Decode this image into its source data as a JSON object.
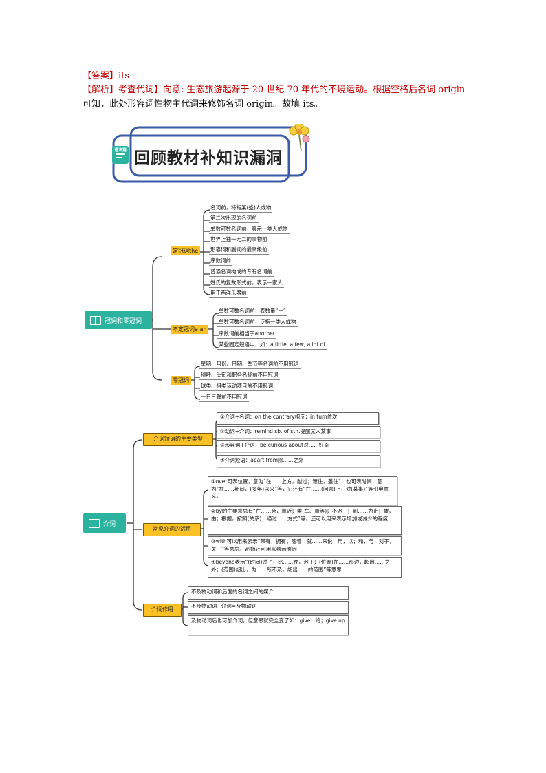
{
  "answer": {
    "line1": "【答案】its",
    "line2": "【解析】考查代词】向意: 生态旅游起源于 20 世纪 70 年代的不境运动。根据空格后名词 origin",
    "line3": "可知，此处形容词性物主代词来修饰名词 origin。故填 its。"
  },
  "banner": {
    "badge": "语法篇",
    "title": "回顾教材补知识漏洞"
  },
  "articles": {
    "root": "冠词和零冠词",
    "definite": {
      "label": "定冠词the",
      "items": [
        "名词前，特指某(些)人或物",
        "第二次出现的名词前",
        "单数可数名词前，表示一类人或物",
        "世界上独一无二的事物前",
        "形容词和副词的最高级前",
        "序数词前",
        "普通名词构成的专有名词前",
        "姓氏的复数形式前，表示一家人",
        "用于西洋乐器前"
      ]
    },
    "indefinite": {
      "label": "不定冠词a an",
      "items": [
        "单数可数名词前，表数量“一”",
        "单数可数名词前，泛指一类人或物",
        "序数词前相当于another",
        "某些固定短语中，如：a little, a few, a lot of"
      ]
    },
    "zero": {
      "label": "零冠词",
      "items": [
        "星期、月份、日期、季节等名词前不用冠词",
        "称呼、头衔和职务名称前不用冠词",
        "球类、棋类运动项目前不用冠词",
        "一日三餐前不用冠词"
      ]
    }
  },
  "prepositions": {
    "root": "介词",
    "types": {
      "label": "介词短语的主要类型",
      "items": [
        "①介词+名词：on the contrary相反；in turn依次",
        "②动词+介词：remind sb. of sth.提醒某人某事",
        "③形容词+介词：be curious about对……好奇",
        "④介词短语：apart from除……之外"
      ]
    },
    "usage": {
      "label": "常见介词的活用",
      "items": [
        "①over可表位置，意为“在……上方，越过；遮住，盖住”，也可表时间，意为“在……期间，(多年)以来”等，它还有“在……(问题)上，对(某事)”等引申意义。",
        "②by的主要意思有“在……旁，靠近；乘(车、船等)；不迟于；到……为止；被，由；根据，按照(关系)；通过……方式”等，还可以用来表示增加或减少的程度",
        "③with可以用来表示“带有，拥有；随着；就……来说；用，以；和，与；对于，关于”等意思。with还可用来表示原因",
        "④beyond表示“(时间)过了，比……晚，迟于；(位置)在……那边，超出……之外；(范围)超出，为……所不及，超出……的范围”等意思"
      ]
    },
    "function": {
      "label": "介词作用",
      "items": [
        "不及物动词和后面的名词之间的媒介",
        "不及物动词+介词=及物动词",
        "及物动词后也可加介词，但意思就完全变了如：give：给；give up"
      ]
    }
  }
}
